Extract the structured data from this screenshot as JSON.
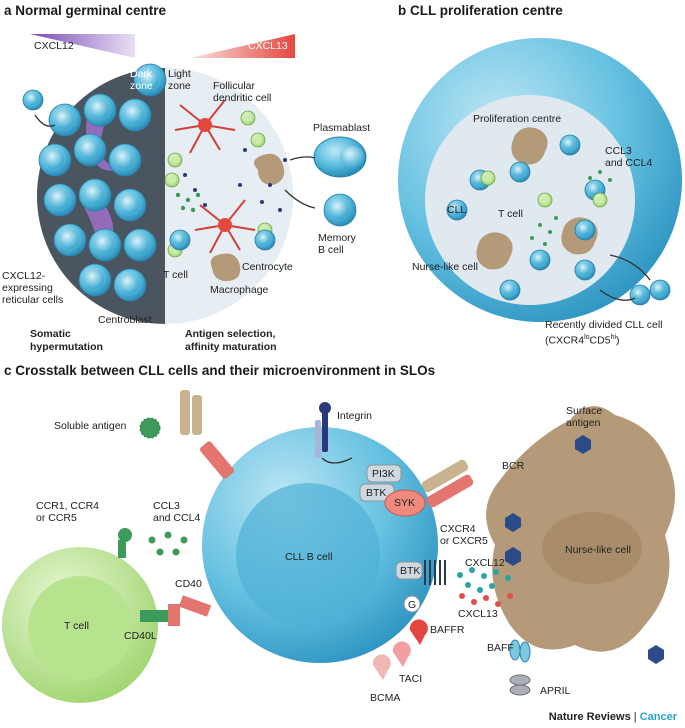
{
  "panel_a": {
    "title": "a  Normal germinal centre",
    "cxcl12": "CXCL12",
    "cxcl13": "CXCL13",
    "dark_zone": [
      "Dark",
      "zone"
    ],
    "light_zone": [
      "Light",
      "zone"
    ],
    "follicular": [
      "Follicular",
      "dendritic cell"
    ],
    "plasmablast": "Plasmablast",
    "memory": [
      "Memory",
      "B cell"
    ],
    "centrocyte": "Centrocyte",
    "t_cell": "T cell",
    "macrophage": "Macrophage",
    "cxcl12_cells": [
      "CXCL12-",
      "expressing",
      "reticular cells"
    ],
    "centroblast": "Centroblast",
    "somatic": [
      "Somatic",
      "hypermutation"
    ],
    "antigen_sel": [
      "Antigen selection,",
      "affinity maturation"
    ]
  },
  "panel_b": {
    "title": "b  CLL proliferation centre",
    "proliferation": "Proliferation centre",
    "ccl": [
      "CCL3",
      "and CCL4"
    ],
    "cll": "CLL",
    "t_cell": "T cell",
    "nurse": "Nurse-like cell",
    "recent": "Recently divided CLL cell",
    "cxcr": "(CXCR4",
    "cxcr_sup1": "lo",
    "cxcr_mid": "CD5",
    "cxcr_sup2": "hi",
    "cxcr_end": ")"
  },
  "panel_c": {
    "title": "c  Crosstalk between CLL cells and their microenvironment in SLOs",
    "soluble": "Soluble antigen",
    "integrin": "Integrin",
    "pi3k": "PI3K",
    "btk": "BTK",
    "syk": "SYK",
    "bcr": "BCR",
    "surface": [
      "Surface",
      "antigen"
    ],
    "ccr": [
      "CCR1, CCR4",
      "or CCR5"
    ],
    "ccl": [
      "CCL3",
      "and CCL4"
    ],
    "cxcr": [
      "CXCR4",
      "or CXCR5"
    ],
    "cll_b": "CLL B cell",
    "nurse": "Nurse-like cell",
    "t_cell": "T cell",
    "cd40": "CD40",
    "cd40l": "CD40L",
    "cxcl12": "CXCL12",
    "cxcl13": "CXCL13",
    "g": "G",
    "baffr": "BAFFR",
    "taci": "TACI",
    "bcma": "BCMA",
    "baff": "BAFF",
    "april": "APRIL"
  },
  "footer": {
    "journal": "Nature Reviews",
    "sep": " | ",
    "section": "Cancer"
  },
  "colors": {
    "cell_blue": "#4fb8d8",
    "dark_zone": "#4a5560",
    "nurse": "#b49a78",
    "t_cell": "#a8d878",
    "cxcl12": "#8a5bbf",
    "cxcl13": "#e0504a",
    "footer_accent": "#2aa4c8"
  }
}
